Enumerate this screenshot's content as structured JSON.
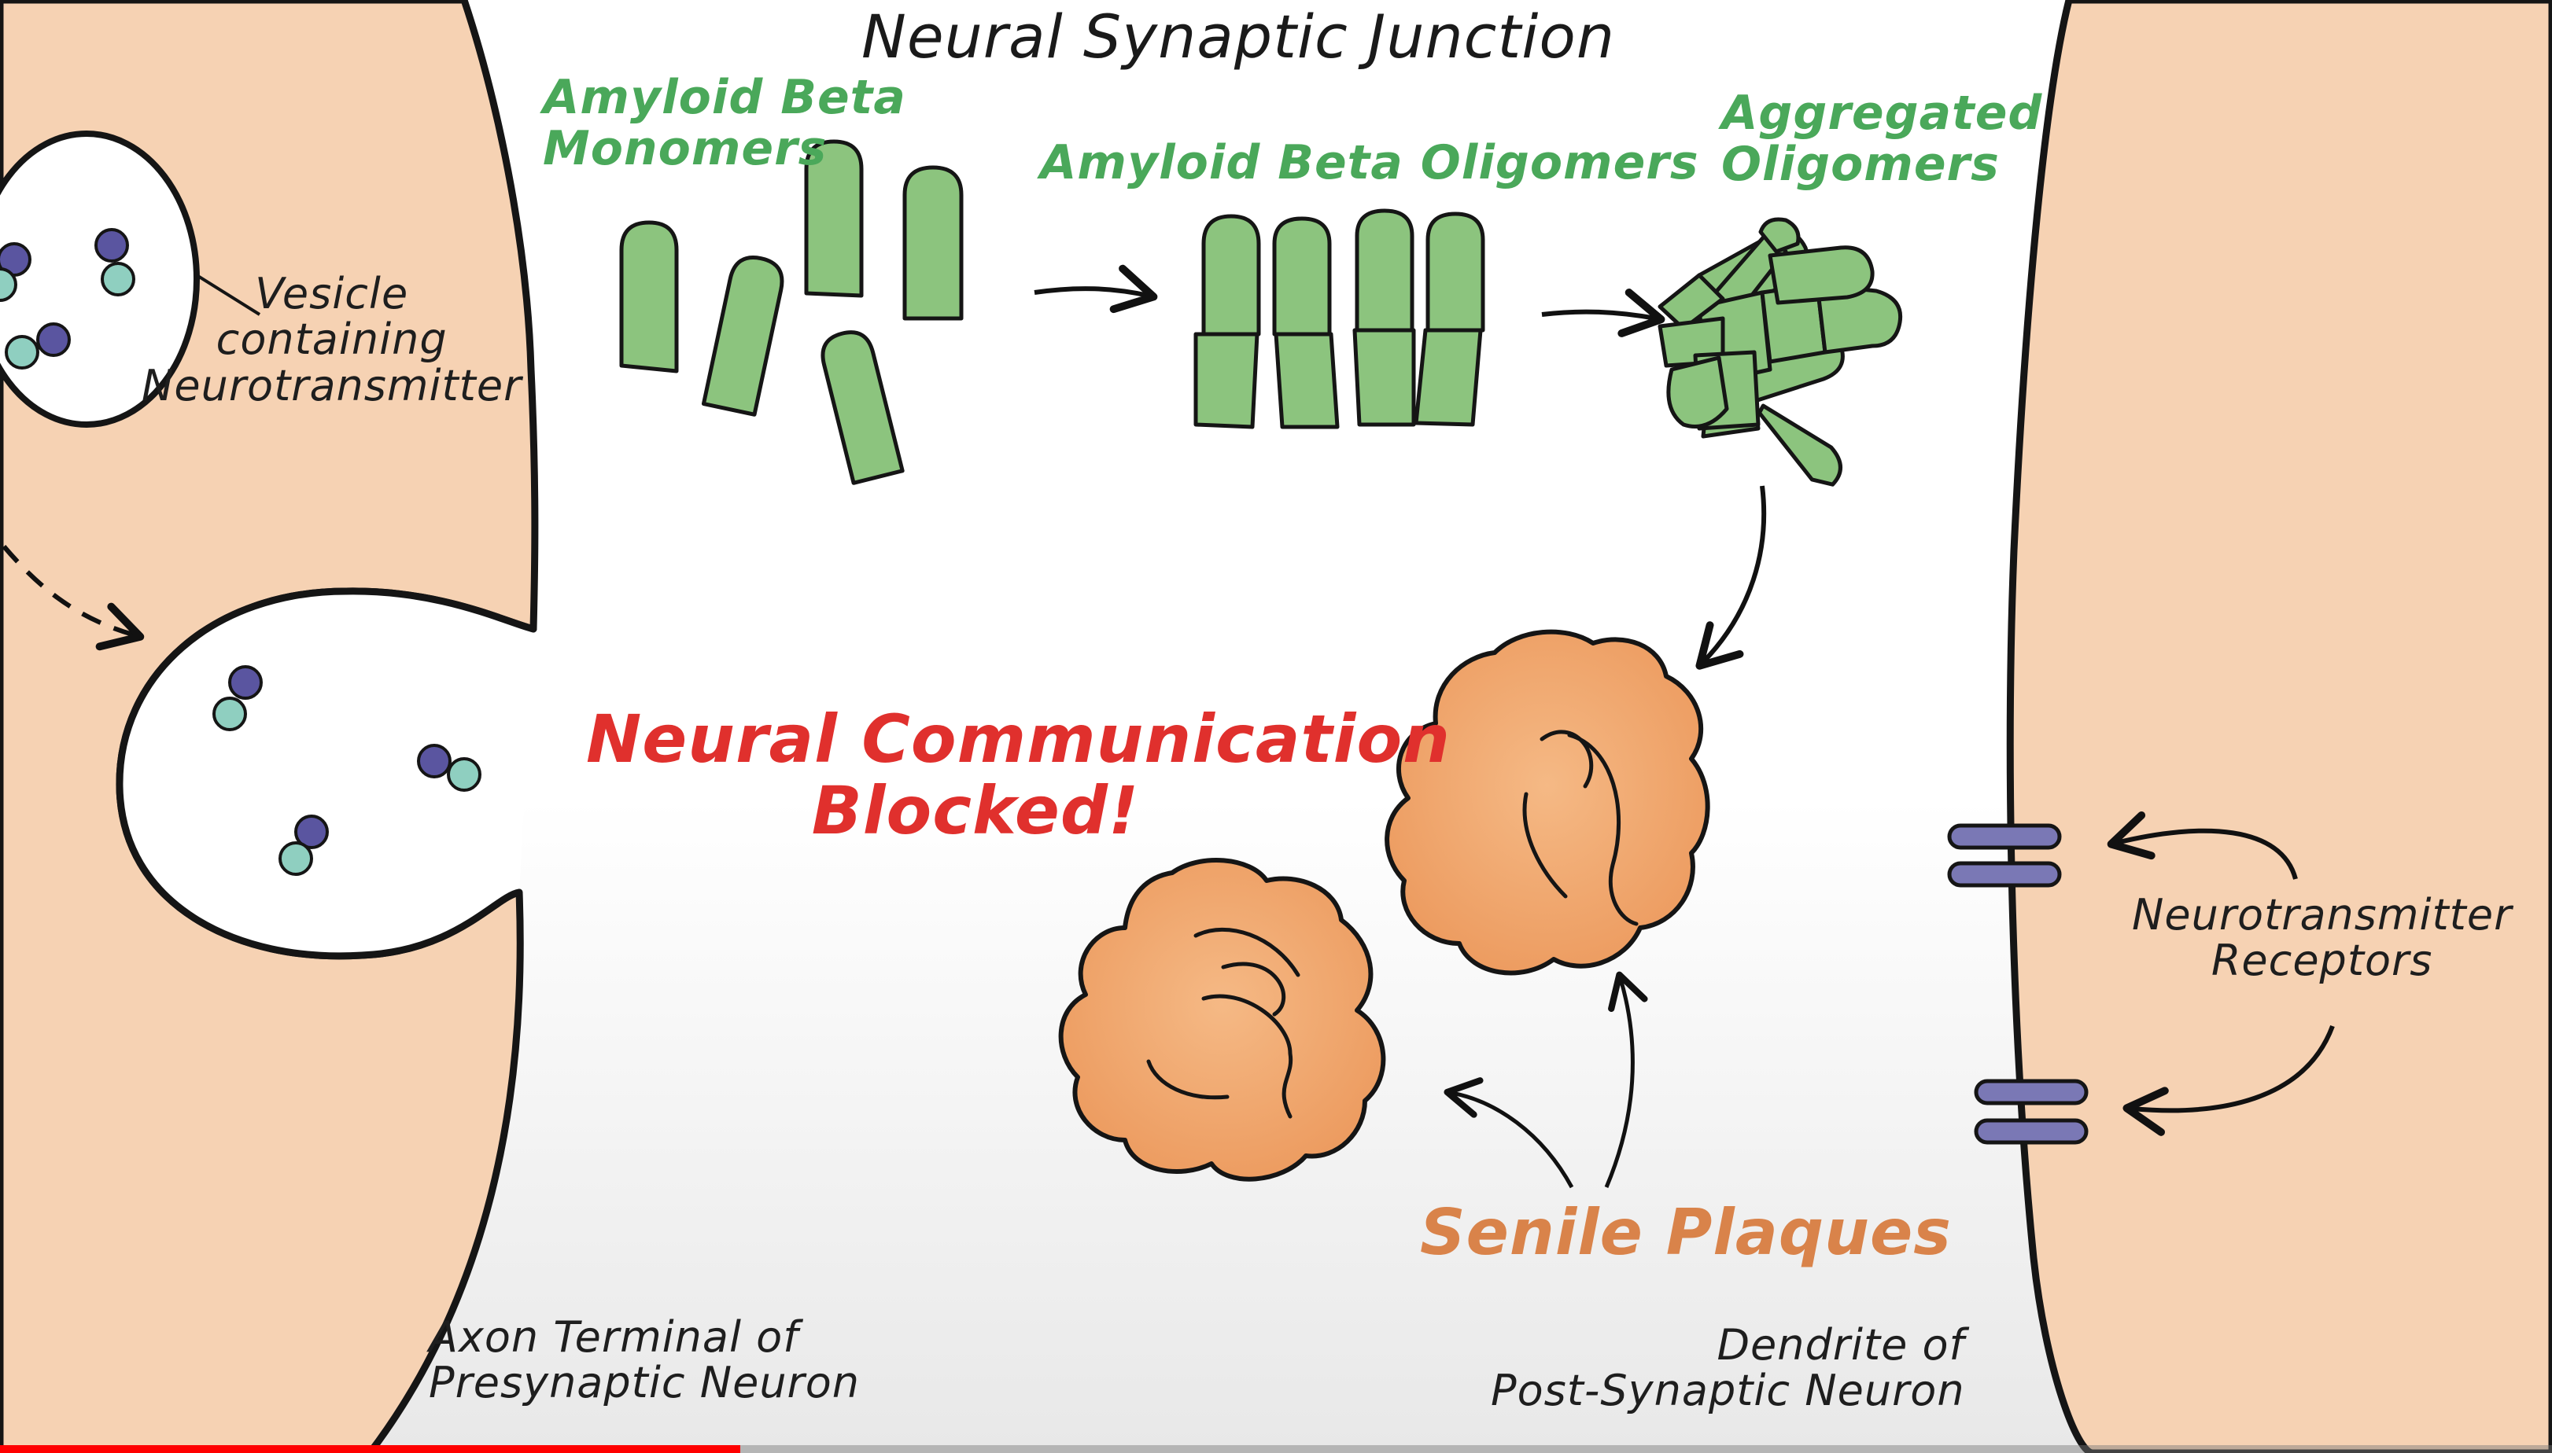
{
  "title": "Neural Synaptic Junction",
  "labels": {
    "monomers": [
      "Amyloid Beta",
      "Monomers"
    ],
    "oligomers": "Amyloid Beta Oligomers",
    "aggregated": [
      "Aggregated",
      "Oligomers"
    ],
    "vesicle": [
      "Vesicle",
      "containing",
      "Neurotransmitter"
    ],
    "blocked": [
      "Neural Communication",
      "Blocked!"
    ],
    "plaques": "Senile Plaques",
    "receptors": [
      "Neurotransmitter",
      "Receptors"
    ],
    "axon": [
      "Axon Terminal of",
      "Presynaptic Neuron"
    ],
    "dendrite": [
      "Dendrite of",
      "Post-Synaptic Neuron"
    ]
  },
  "icons": [
    "vesicle-icon",
    "neurotransmitter-molecule-icon",
    "amyloid-monomer-icon",
    "amyloid-oligomer-icon",
    "aggregated-oligomer-icon",
    "senile-plaque-icon",
    "receptor-icon",
    "arrow-icon"
  ],
  "colors": {
    "neuron_fill": "#f6d2b3",
    "amyloid_green": "#8cc47e",
    "amyloid_text": "#4aa85a",
    "plaque_orange": "#f1a56c",
    "blocked_red": "#e0302d",
    "plaques_text": "#d9834a",
    "receptor_purple": "#7a78b5",
    "molecule_purple": "#5a55a0",
    "molecule_teal": "#8fcfc0",
    "progress_red": "#ff0000"
  },
  "video_progress": 0.29
}
